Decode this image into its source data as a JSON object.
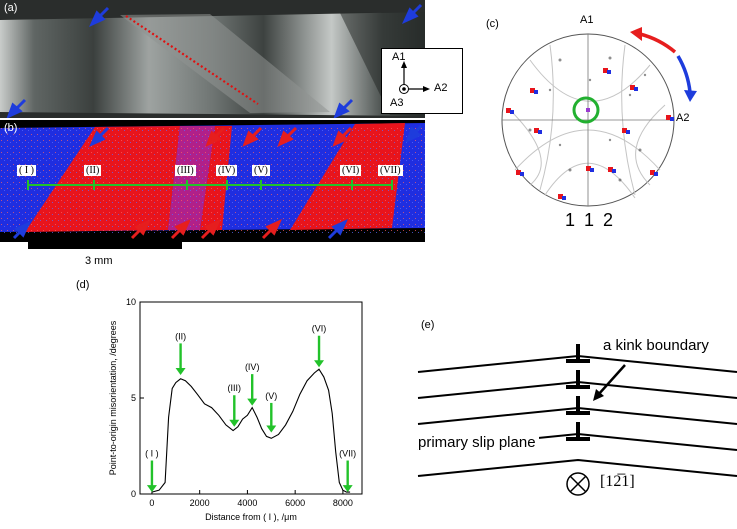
{
  "panels": {
    "a": {
      "label": "(a)"
    },
    "b": {
      "label": "(b)",
      "scale_bar": "3 mm",
      "points": [
        "( I )",
        "(II)",
        "(III)",
        "(IV)",
        "(V)",
        "(VI)",
        "(VII)"
      ]
    },
    "c": {
      "label": "(c)",
      "axis_top": "A1",
      "axis_right": "A2",
      "zone": "1 1 2"
    },
    "d": {
      "label": "(d)"
    },
    "e": {
      "label": "(e)",
      "kink": "a kink boundary",
      "slip": "primary slip plane",
      "direction": "[12̅1]"
    }
  },
  "axes_box": {
    "a1": "A1",
    "a2": "A2",
    "a3": "A3"
  },
  "colors": {
    "red_band": "#e8141c",
    "blue_band": "#1f2ee0",
    "green_line": "#22c22a",
    "arrow_red": "#e61e1e",
    "arrow_blue": "#1e3cdc"
  },
  "chart_data": {
    "type": "line",
    "xlabel": "Distance from ( I ), /μm",
    "ylabel": "Point-to-origin misorientation, /degrees",
    "xlim": [
      -500,
      8800
    ],
    "ylim": [
      0,
      10
    ],
    "xticks": [
      0,
      2000,
      4000,
      6000,
      8000
    ],
    "yticks": [
      0,
      5,
      10
    ],
    "x": [
      0,
      300,
      550,
      700,
      850,
      1000,
      1200,
      1400,
      1650,
      1900,
      2200,
      2500,
      2800,
      3100,
      3400,
      3600,
      3800,
      4000,
      4200,
      4400,
      4600,
      4800,
      5000,
      5300,
      5600,
      5900,
      6200,
      6500,
      6800,
      7000,
      7200,
      7400,
      7550,
      7700,
      7850,
      8000,
      8150,
      8300
    ],
    "y": [
      0.1,
      0.2,
      0.6,
      4.0,
      5.5,
      5.8,
      6.0,
      5.9,
      5.6,
      5.2,
      4.7,
      4.5,
      4.1,
      3.6,
      3.3,
      3.5,
      3.9,
      4.1,
      4.5,
      4.0,
      3.4,
      3.0,
      2.9,
      3.1,
      3.6,
      4.3,
      5.2,
      5.9,
      6.3,
      6.5,
      6.1,
      5.4,
      4.2,
      2.2,
      0.6,
      0.2,
      0.1,
      0.1
    ],
    "annotations": [
      {
        "text": "( I )",
        "x": 0,
        "y": 0.1,
        "label_y": 1.9
      },
      {
        "text": "(II)",
        "x": 1200,
        "y": 6.2,
        "label_y": 8.0
      },
      {
        "text": "(III)",
        "x": 3450,
        "y": 3.5,
        "label_y": 5.3
      },
      {
        "text": "(IV)",
        "x": 4200,
        "y": 4.6,
        "label_y": 6.4
      },
      {
        "text": "(V)",
        "x": 5000,
        "y": 3.2,
        "label_y": 4.9
      },
      {
        "text": "(VI)",
        "x": 7000,
        "y": 6.6,
        "label_y": 8.4
      },
      {
        "text": "(VII)",
        "x": 8200,
        "y": 0.1,
        "label_y": 1.9
      }
    ]
  }
}
